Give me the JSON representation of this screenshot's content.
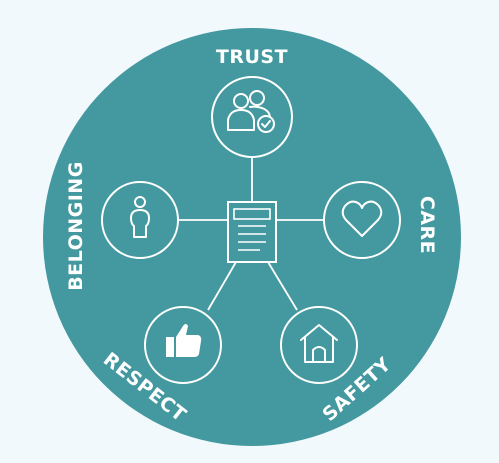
{
  "diagram": {
    "nodes": [
      {
        "key": "trust",
        "label": "TRUST",
        "icon": "people-check-icon"
      },
      {
        "key": "care",
        "label": "CARE",
        "icon": "heart-icon"
      },
      {
        "key": "safety",
        "label": "SAFETY",
        "icon": "house-icon"
      },
      {
        "key": "respect",
        "label": "RESPECT",
        "icon": "thumbs-up-icon"
      },
      {
        "key": "belonging",
        "label": "BELONGING",
        "icon": "person-icon"
      }
    ],
    "center_icon": "document-icon",
    "colors": {
      "background": "#f1f9fc",
      "circle": "#43999f",
      "foreground": "#ffffff"
    }
  }
}
